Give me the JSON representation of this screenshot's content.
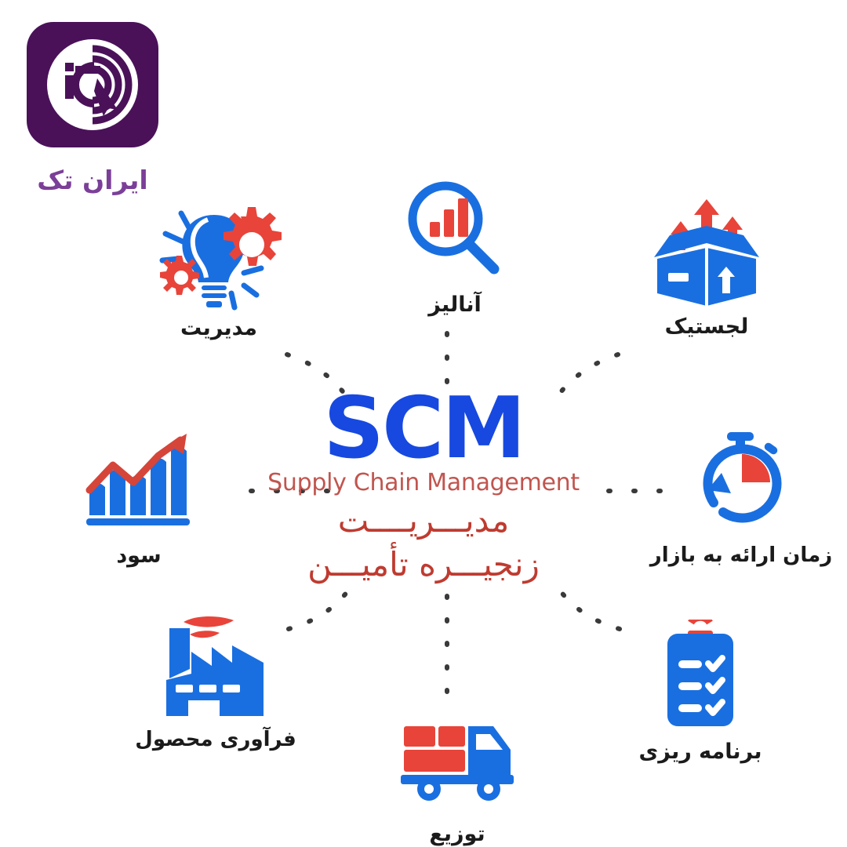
{
  "background_color": "#ffffff",
  "brand": {
    "logo_icon": "itiran-tech-logo-icon",
    "logo_letters": "iT",
    "name": "ایران تک",
    "mark_color": "#4a1159",
    "name_color": "#7b3f98"
  },
  "center": {
    "title": "SCM",
    "title_color": "#1749e0",
    "subtitle": "Supply Chain Management",
    "subtitle_color": "#c1554f",
    "persian_line1": "مدیـــریــــت",
    "persian_line2": "زنجیـــره تأمیـــن",
    "persian_color": "#bf3b30"
  },
  "palette": {
    "blue": "#1a6fe0",
    "blue_dark": "#1749e0",
    "red": "#e8443a",
    "connector": "#3a3a3a"
  },
  "nodes": [
    {
      "id": "management",
      "label": "مدیریت",
      "icon": "lightbulb-gears-icon",
      "position": "top-left"
    },
    {
      "id": "analysis",
      "label": "آنالیز",
      "icon": "magnifier-barchart-icon",
      "position": "top"
    },
    {
      "id": "logistics",
      "label": "لجستیک",
      "icon": "open-box-arrows-icon",
      "position": "top-right"
    },
    {
      "id": "timetomarket",
      "label": "زمان ارائه به بازار",
      "icon": "stopwatch-icon",
      "position": "right"
    },
    {
      "id": "planning",
      "label": "برنامه ریزی",
      "icon": "clipboard-checklist-icon",
      "position": "bottom-right"
    },
    {
      "id": "distribution",
      "label": "توزیع",
      "icon": "delivery-truck-icon",
      "position": "bottom"
    },
    {
      "id": "processing",
      "label": "فرآوری محصول",
      "icon": "factory-icon",
      "position": "bottom-left"
    },
    {
      "id": "profit",
      "label": "سود",
      "icon": "growth-barchart-icon",
      "position": "left"
    }
  ],
  "connectors": {
    "style": "dotted",
    "count": 8,
    "color": "#3a3a3a"
  }
}
